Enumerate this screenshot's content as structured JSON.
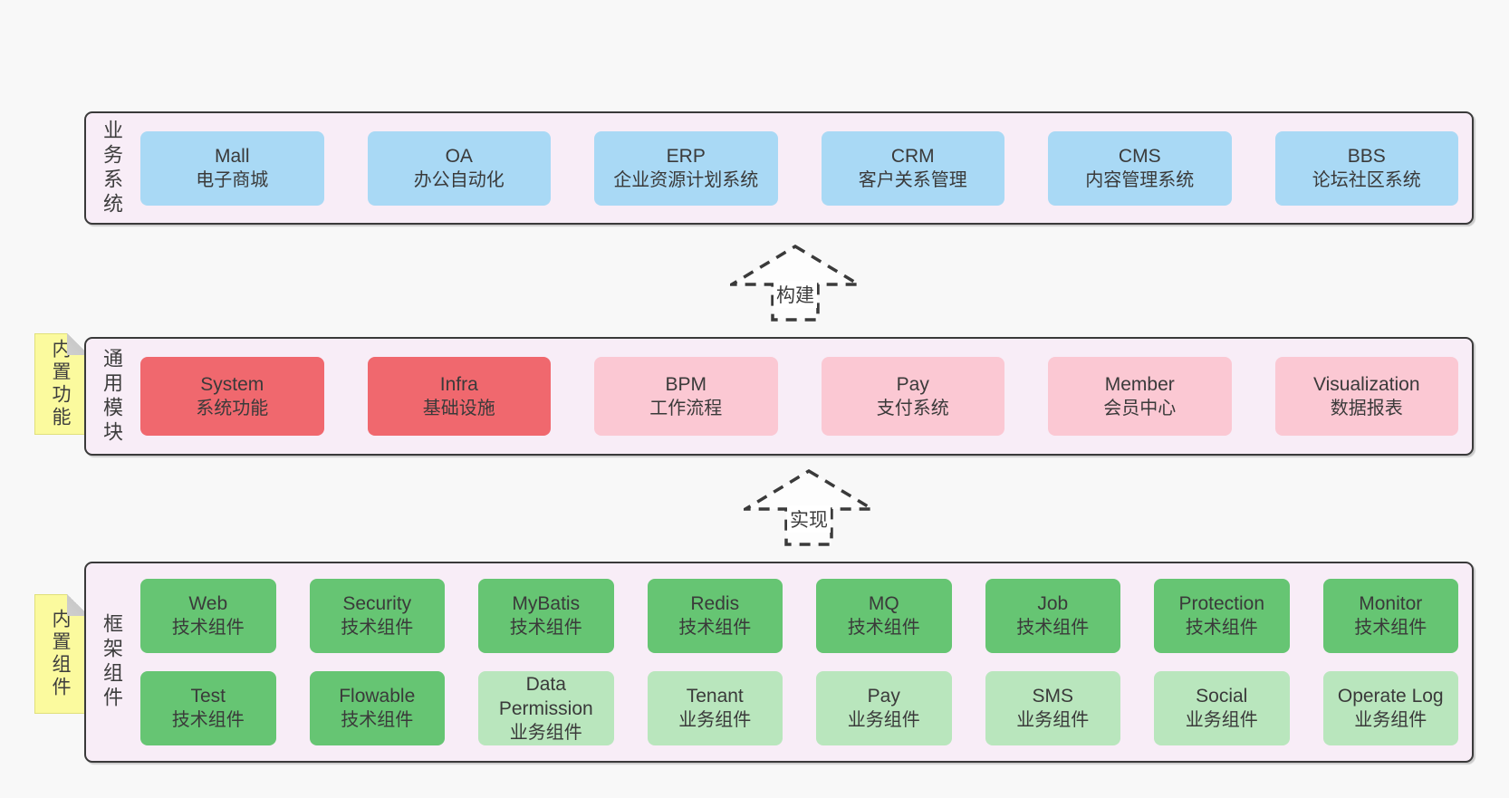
{
  "diagram_title": "ruoyi-vue-pro architecture layers",
  "colors": {
    "page_background": "#f8f8f8",
    "panel_background": "#f8edf7",
    "panel_border": "#3a3a3a",
    "blue_box": "#a9d9f5",
    "red_box": "#f0686e",
    "pink_box": "#fbc8d3",
    "green_box": "#66c573",
    "light_green_box": "#b9e6bd",
    "sticky_note": "#fbfa9e",
    "note_fold": "#c9c9c9",
    "text": "#3a3a3a"
  },
  "arrows": [
    {
      "label": "构建"
    },
    {
      "label": "实现"
    }
  ],
  "notes": {
    "modules": {
      "label": "内置功能"
    },
    "framework": {
      "label": "内置组件"
    }
  },
  "panels": {
    "business": {
      "label": "业务系统",
      "boxes": [
        {
          "title": "Mall",
          "subtitle": "电子商城",
          "color": "blue"
        },
        {
          "title": "OA",
          "subtitle": "办公自动化",
          "color": "blue"
        },
        {
          "title": "ERP",
          "subtitle": "企业资源计划系统",
          "color": "blue"
        },
        {
          "title": "CRM",
          "subtitle": "客户关系管理",
          "color": "blue"
        },
        {
          "title": "CMS",
          "subtitle": "内容管理系统",
          "color": "blue"
        },
        {
          "title": "BBS",
          "subtitle": "论坛社区系统",
          "color": "blue"
        }
      ]
    },
    "modules": {
      "label": "通用模块",
      "boxes": [
        {
          "title": "System",
          "subtitle": "系统功能",
          "color": "red"
        },
        {
          "title": "Infra",
          "subtitle": "基础设施",
          "color": "red"
        },
        {
          "title": "BPM",
          "subtitle": "工作流程",
          "color": "pink"
        },
        {
          "title": "Pay",
          "subtitle": "支付系统",
          "color": "pink"
        },
        {
          "title": "Member",
          "subtitle": "会员中心",
          "color": "pink"
        },
        {
          "title": "Visualization",
          "subtitle": "数据报表",
          "color": "pink"
        }
      ]
    },
    "framework": {
      "label": "框架组件",
      "rows": [
        [
          {
            "title": "Web",
            "subtitle": "技术组件",
            "color": "green"
          },
          {
            "title": "Security",
            "subtitle": "技术组件",
            "color": "green"
          },
          {
            "title": "MyBatis",
            "subtitle": "技术组件",
            "color": "green"
          },
          {
            "title": "Redis",
            "subtitle": "技术组件",
            "color": "green"
          },
          {
            "title": "MQ",
            "subtitle": "技术组件",
            "color": "green"
          },
          {
            "title": "Job",
            "subtitle": "技术组件",
            "color": "green"
          },
          {
            "title": "Protection",
            "subtitle": "技术组件",
            "color": "green"
          },
          {
            "title": "Monitor",
            "subtitle": "技术组件",
            "color": "green"
          }
        ],
        [
          {
            "title": "Test",
            "subtitle": "技术组件",
            "color": "green"
          },
          {
            "title": "Flowable",
            "subtitle": "技术组件",
            "color": "green"
          },
          {
            "title": "Data Permission",
            "subtitle": "业务组件",
            "color": "lightgreen"
          },
          {
            "title": "Tenant",
            "subtitle": "业务组件",
            "color": "lightgreen"
          },
          {
            "title": "Pay",
            "subtitle": "业务组件",
            "color": "lightgreen"
          },
          {
            "title": "SMS",
            "subtitle": "业务组件",
            "color": "lightgreen"
          },
          {
            "title": "Social",
            "subtitle": "业务组件",
            "color": "lightgreen"
          },
          {
            "title": "Operate Log",
            "subtitle": "业务组件",
            "color": "lightgreen"
          }
        ]
      ]
    }
  }
}
